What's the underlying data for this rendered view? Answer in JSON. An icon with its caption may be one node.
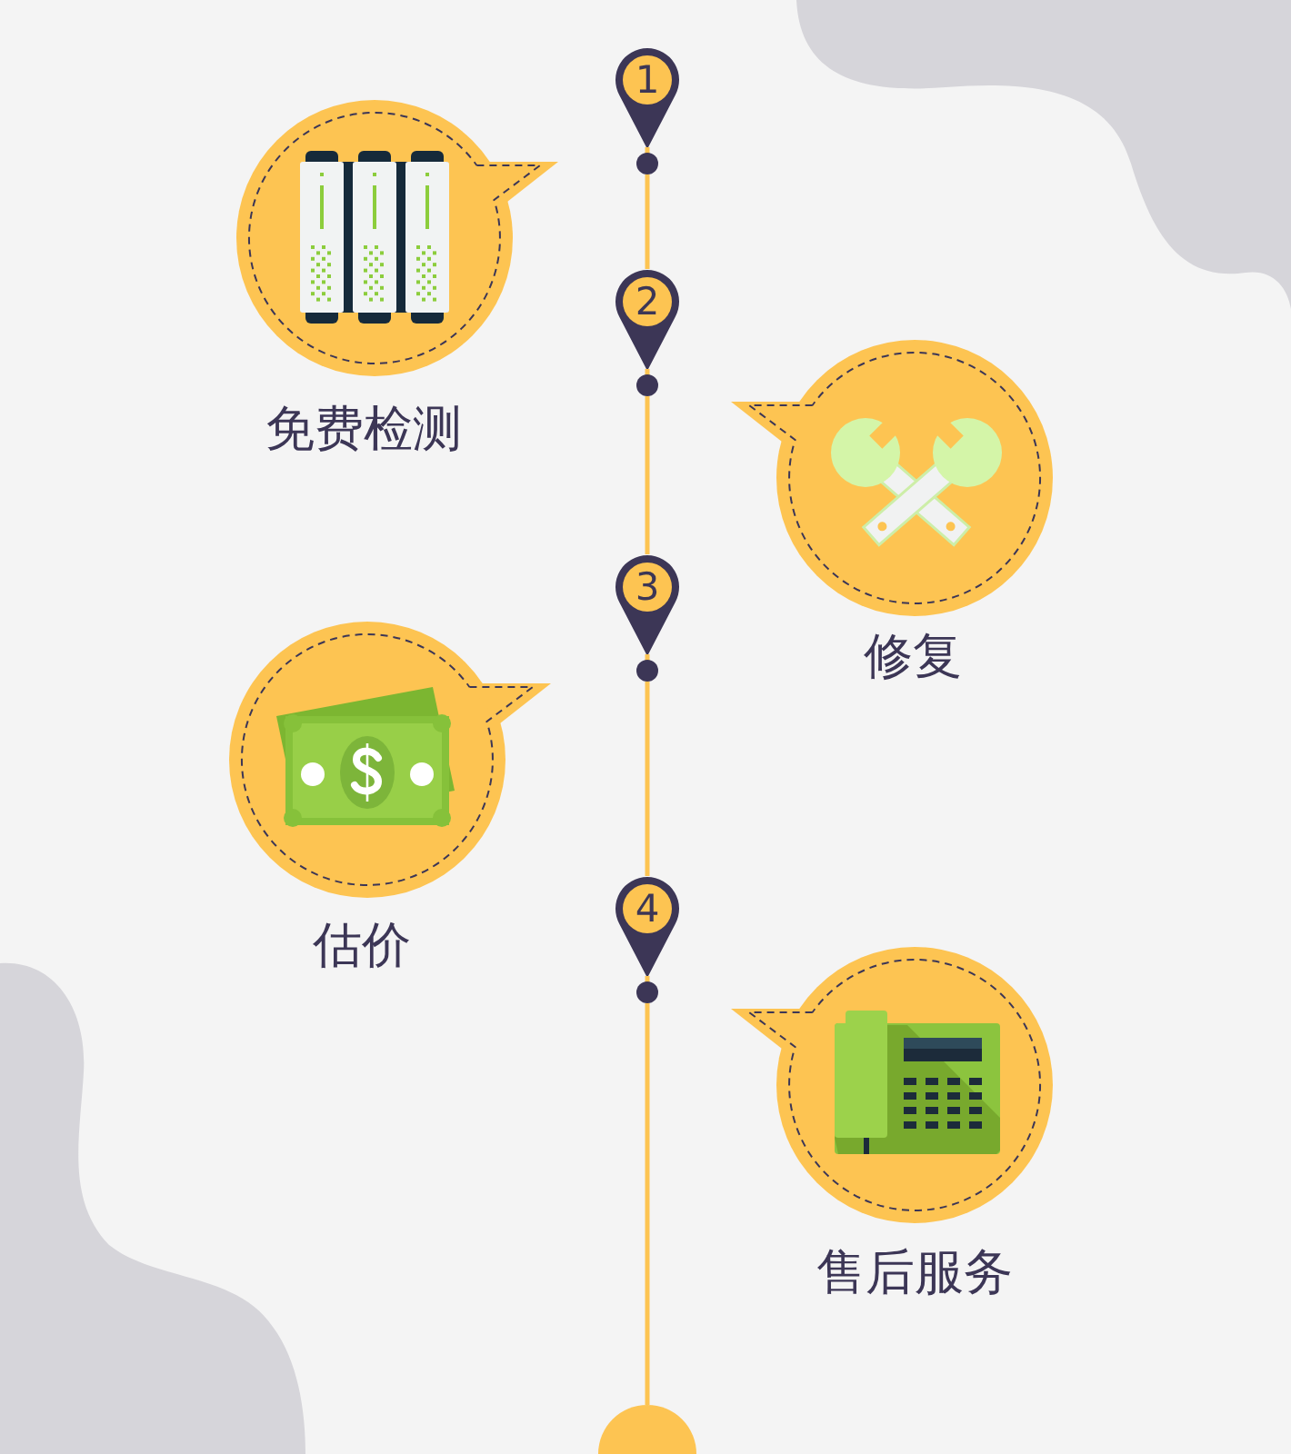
{
  "diagram": {
    "nodes": [
      {
        "text": [
          "1"
        ]
      },
      {
        "text": [
          "免费检测"
        ]
      },
      {
        "text": [
          "2"
        ]
      },
      {
        "text": [
          "修复"
        ]
      },
      {
        "text": [
          "3"
        ]
      },
      {
        "text": [
          "估价"
        ]
      },
      {
        "text": [
          "4"
        ]
      },
      {
        "text": [
          "售后服务"
        ]
      },
      {
        "text": [],
        "shape": "circle"
      }
    ],
    "edges": [
      {
        "from": 0,
        "to": 2,
        "arrow": "none"
      },
      {
        "from": 2,
        "to": 4,
        "arrow": "none"
      },
      {
        "from": 4,
        "to": 6,
        "arrow": "none"
      },
      {
        "from": 6,
        "to": 8,
        "arrow": "none"
      }
    ]
  }
}
